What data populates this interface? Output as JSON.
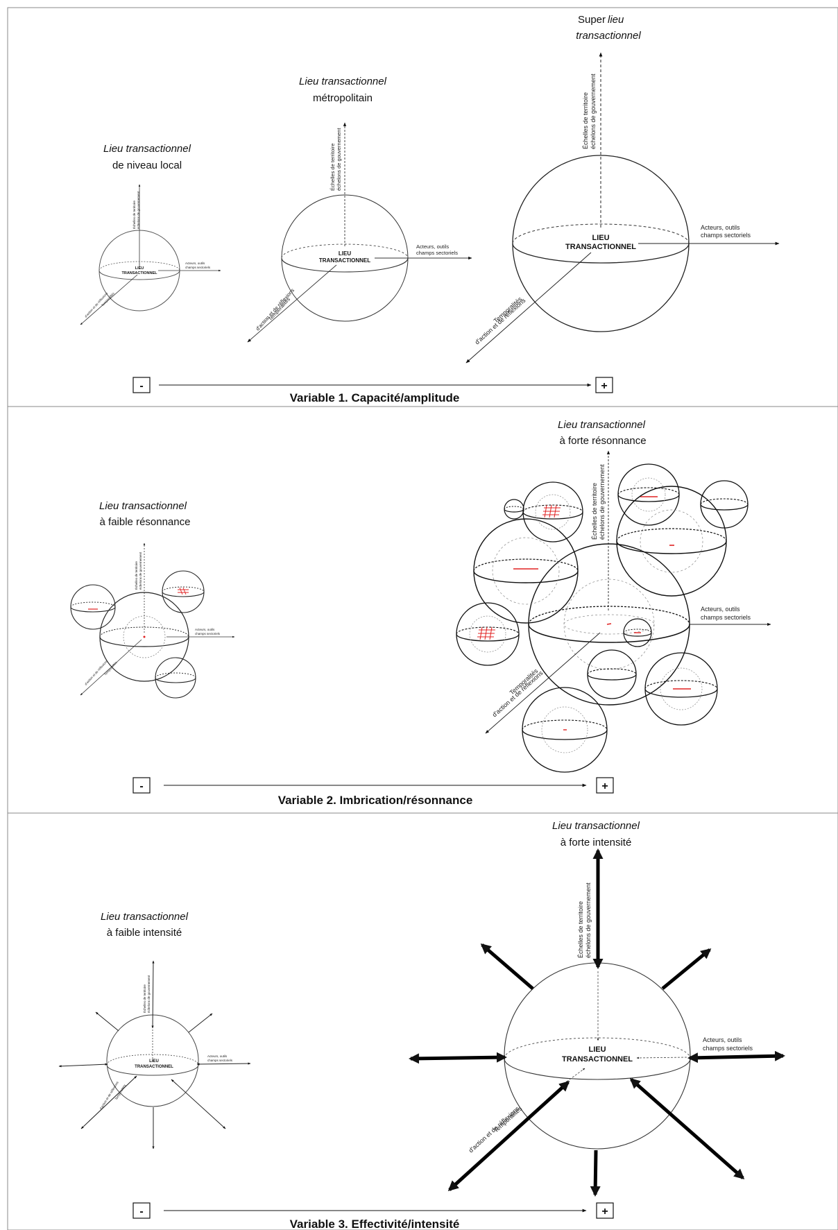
{
  "panel1": {
    "variable_label": "Variable 1. Capacité/amplitude",
    "minus": "-",
    "plus": "+",
    "local": {
      "title_italic": "Lieu transactionnel",
      "title_normal": "de niveau local",
      "center_line1": "LIEU",
      "center_line2": "TRANSACTIONNEL",
      "axis_v_line1": "Échelles de territoire",
      "axis_v_line2": "échelons de gouvernement",
      "axis_h_line1": "Acteurs, outils",
      "axis_h_line2": "champs sectoriels",
      "axis_d_line1": "Temporalités",
      "axis_d_line2": "d'action et de réflexions"
    },
    "metro": {
      "title_italic": "Lieu transactionnel",
      "title_normal": "métropolitain",
      "center_line1": "LIEU",
      "center_line2": "TRANSACTIONNEL",
      "axis_v_line1": "Échelles de territoire",
      "axis_v_line2": "échelons de gouvernement",
      "axis_h_line1": "Acteurs, outils",
      "axis_h_line2": "champs sectoriels",
      "axis_d_line1": "Temporalités",
      "axis_d_line2": "d'action et de réflexions"
    },
    "super": {
      "title_normal": "Super",
      "title_italic_1": "lieu",
      "title_italic_2": "transactionnel",
      "center_line1": "LIEU",
      "center_line2": "TRANSACTIONNEL",
      "axis_v_line1": "Échelles de territoire",
      "axis_v_line2": "échelons de gouvernement",
      "axis_h_line1": "Acteurs, outils",
      "axis_h_line2": "champs sectoriels",
      "axis_d_line1": "Temporalités",
      "axis_d_line2": "d'action et de réflexions"
    }
  },
  "panel2": {
    "variable_label": "Variable 2. Imbrication/résonnance",
    "minus": "-",
    "plus": "+",
    "weak": {
      "title_italic": "Lieu transactionnel",
      "title_normal": "à faible résonnance",
      "axis_v_line1": "Échelles de territoire",
      "axis_v_line2": "échelons de gouvernement",
      "axis_h_line1": "Acteurs, outils",
      "axis_h_line2": "champs sectoriels",
      "axis_d_line1": "Temporalités",
      "axis_d_line2": "d'action et de réflexions"
    },
    "strong": {
      "title_italic": "Lieu transactionnel",
      "title_normal": "à forte résonnance",
      "axis_v_line1": "Échelles de territoire",
      "axis_v_line2": "échelons de gouvernement",
      "axis_h_line1": "Acteurs, outils",
      "axis_h_line2": "champs sectoriels",
      "axis_d_line1": "Temporalités",
      "axis_d_line2": "d'action et de réflexions"
    }
  },
  "panel3": {
    "variable_label": "Variable 3. Effectivité/intensité",
    "minus": "-",
    "plus": "+",
    "weak": {
      "title_italic": "Lieu transactionnel",
      "title_normal": "à faible intensité",
      "center_line1": "LIEU",
      "center_line2": "TRANSACTIONNEL",
      "axis_v_line1": "Échelles de territoire",
      "axis_v_line2": "échelons de gouvernement",
      "axis_h_line1": "Acteurs, outils",
      "axis_h_line2": "champs sectoriels",
      "axis_d_line1": "Temporalités",
      "axis_d_line2": "d'action et de réflexions"
    },
    "strong": {
      "title_italic": "Lieu transactionnel",
      "title_normal": "à forte intensité",
      "center_line1": "LIEU",
      "center_line2": "TRANSACTIONNEL",
      "axis_v_line1": "Échelles de territoire",
      "axis_v_line2": "échelons de gouvernement",
      "axis_h_line1": "Acteurs, outils",
      "axis_h_line2": "champs sectoriels",
      "axis_d_line1": "Temporalités",
      "axis_d_line2": "d'action et de réflexions"
    }
  }
}
